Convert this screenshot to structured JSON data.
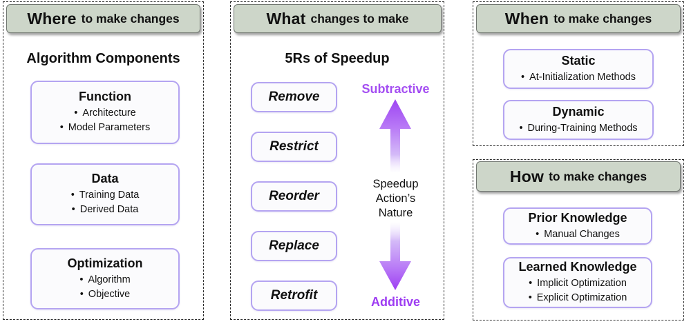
{
  "colors": {
    "header_bg": "#cdd6c9",
    "header_border": "#717771",
    "box_border": "#b4a4f1",
    "box_bg": "#fbfbfd",
    "subtractive_label": "#a44ef2",
    "additive_label": "#9d3bf2",
    "arrow_dark": "#9d3ef2",
    "arrow_light": "#ece2fc",
    "text": "#111111"
  },
  "where": {
    "header": {
      "emphasis": "Where",
      "rest": "to make changes"
    },
    "title": "Algorithm Components",
    "boxes": [
      {
        "title": "Function",
        "bullets": [
          "Architecture",
          "Model Parameters"
        ]
      },
      {
        "title": "Data",
        "bullets": [
          "Training Data",
          "Derived Data"
        ]
      },
      {
        "title": "Optimization",
        "bullets": [
          "Algorithm",
          "Objective"
        ]
      }
    ]
  },
  "what": {
    "header": {
      "emphasis": "What",
      "rest": "changes to make"
    },
    "title": "5Rs of Speedup",
    "actions": [
      "Remove",
      "Restrict",
      "Reorder",
      "Replace",
      "Retrofit"
    ],
    "axis": {
      "top": "Subtractive",
      "middle_lines": [
        "Speedup",
        "Action’s",
        "Nature"
      ],
      "bottom": "Additive"
    }
  },
  "when": {
    "header": {
      "emphasis": "When",
      "rest": "to make changes"
    },
    "boxes": [
      {
        "title": "Static",
        "bullets": [
          "At-Initialization Methods"
        ]
      },
      {
        "title": "Dynamic",
        "bullets": [
          "During-Training Methods"
        ]
      }
    ]
  },
  "how": {
    "header": {
      "emphasis": "How",
      "rest": "to make changes"
    },
    "boxes": [
      {
        "title": "Prior Knowledge",
        "bullets": [
          "Manual Changes"
        ]
      },
      {
        "title": "Learned Knowledge",
        "bullets": [
          "Implicit Optimization",
          "Explicit Optimization"
        ]
      }
    ]
  }
}
